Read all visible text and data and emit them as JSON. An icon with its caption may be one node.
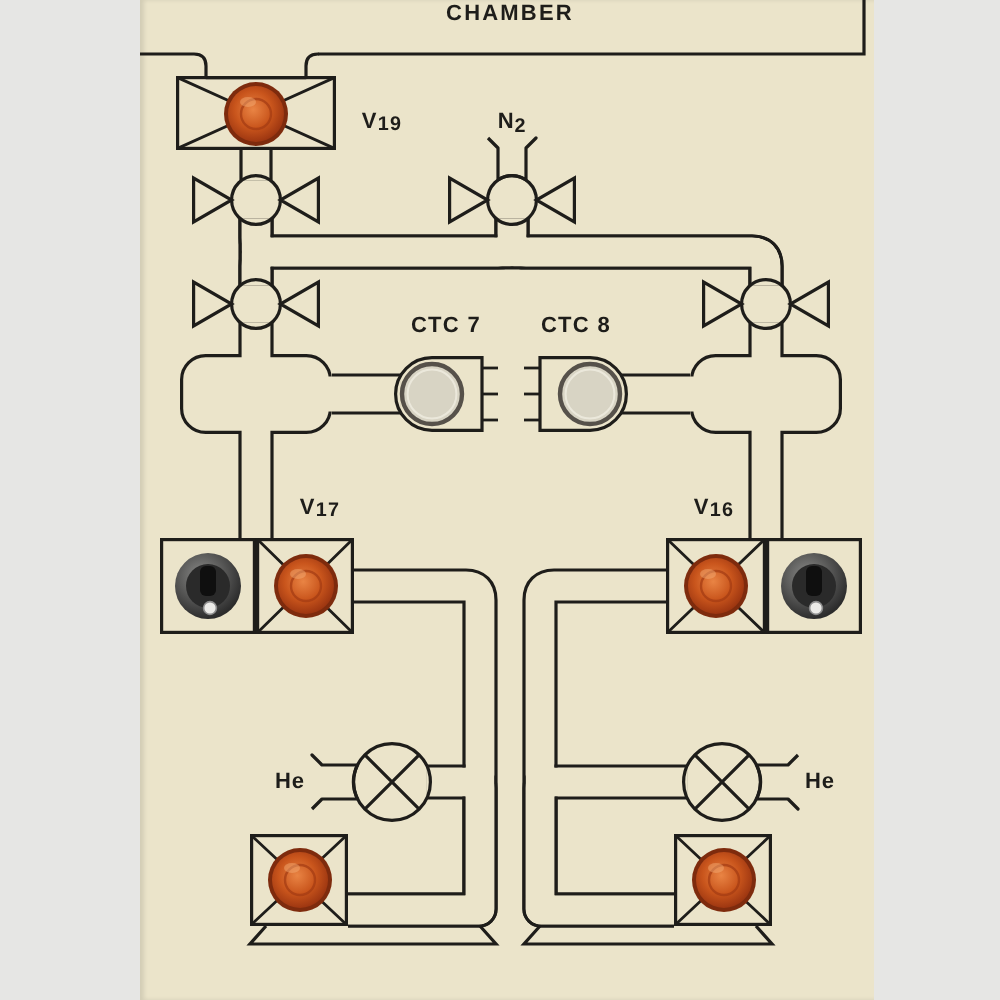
{
  "diagram": {
    "nodes": [
      {
        "text": [
          "CHAMBER"
        ]
      },
      {
        "text": [],
        "shape": "lamp",
        "beside": [
          "V$_{19}$"
        ]
      },
      {
        "text": [
          "N$_{2}$"
        ]
      },
      {
        "text": [],
        "shape": "valve"
      },
      {
        "text": [],
        "shape": "valve"
      },
      {
        "text": [],
        "shape": "valve"
      },
      {
        "text": [],
        "shape": "valve"
      },
      {
        "text": [],
        "shape": "box"
      },
      {
        "text": [],
        "shape": "gauge",
        "beside": [
          "CTC 7"
        ]
      },
      {
        "text": [],
        "shape": "gauge",
        "beside": [
          "CTC 8"
        ]
      },
      {
        "text": [],
        "shape": "box"
      },
      {
        "text": [],
        "shape": "switch"
      },
      {
        "text": [],
        "shape": "lamp",
        "beside": [
          "V$_{17}$"
        ]
      },
      {
        "text": [],
        "shape": "lamp",
        "beside": [
          "V$_{16}$"
        ]
      },
      {
        "text": [],
        "shape": "switch"
      },
      {
        "text": [
          "He"
        ]
      },
      {
        "text": [],
        "shape": "valve"
      },
      {
        "text": [],
        "shape": "valve"
      },
      {
        "text": [
          "He"
        ]
      },
      {
        "text": [],
        "shape": "lamp"
      },
      {
        "text": [],
        "shape": "lamp"
      }
    ],
    "edges": [
      {
        "from": 0,
        "to": 1,
        "arrow": "none"
      },
      {
        "from": 1,
        "to": 3,
        "arrow": "none"
      },
      {
        "from": 2,
        "to": 4,
        "arrow": "none"
      },
      {
        "from": 3,
        "to": 5,
        "arrow": "none"
      },
      {
        "from": 3,
        "to": 6,
        "arrow": "none"
      },
      {
        "from": 4,
        "to": 5,
        "arrow": "none"
      },
      {
        "from": 4,
        "to": 6,
        "arrow": "none"
      },
      {
        "from": 5,
        "to": 7,
        "arrow": "none"
      },
      {
        "from": 6,
        "to": 10,
        "arrow": "none"
      },
      {
        "from": 7,
        "to": 8,
        "arrow": "none"
      },
      {
        "from": 10,
        "to": 9,
        "arrow": "none"
      },
      {
        "from": 7,
        "to": 12,
        "arrow": "none"
      },
      {
        "from": 10,
        "to": 13,
        "arrow": "none"
      },
      {
        "from": 12,
        "to": 19,
        "arrow": "none"
      },
      {
        "from": 13,
        "to": 20,
        "arrow": "none"
      },
      {
        "from": 15,
        "to": 16,
        "arrow": "none"
      },
      {
        "from": 16,
        "to": 19,
        "arrow": "none"
      },
      {
        "from": 18,
        "to": 17,
        "arrow": "none"
      },
      {
        "from": 17,
        "to": 20,
        "arrow": "none"
      }
    ]
  }
}
